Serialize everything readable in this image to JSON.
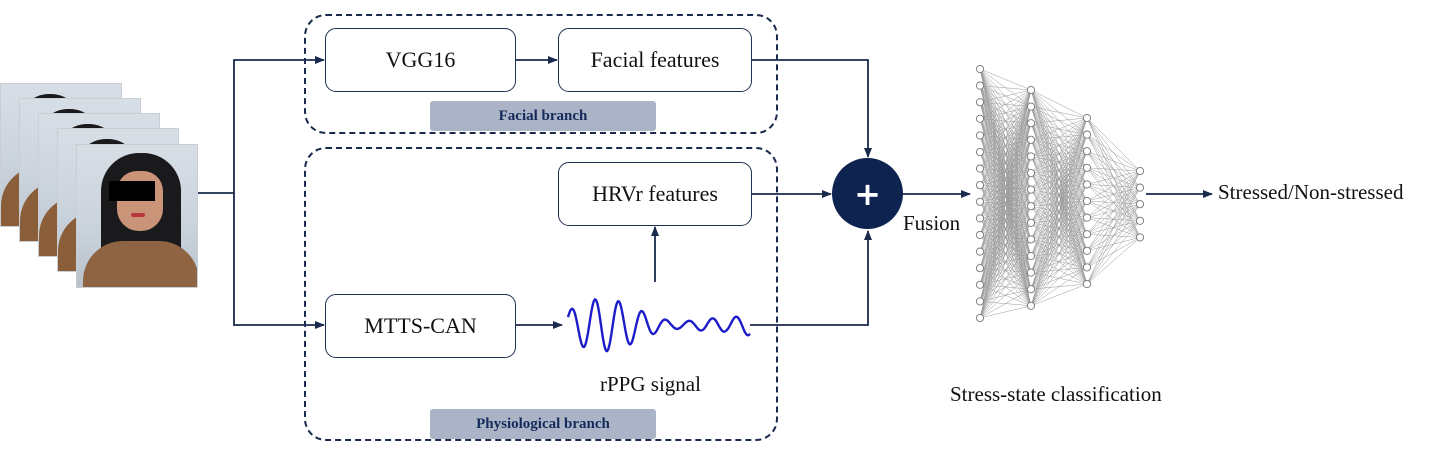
{
  "colors": {
    "line": "#1a2a4d",
    "signal": "#1c1cc8",
    "fusion_circle": "#0f2350",
    "tag_bg": "#aab4c6"
  },
  "input": {
    "frames_count": 5
  },
  "facial_branch": {
    "tag": "Facial branch",
    "model": "VGG16",
    "features": "Facial features"
  },
  "physiological_branch": {
    "tag": "Physiological branch",
    "model": "MTTS-CAN",
    "features": "HRVr features",
    "signal_label": "rPPG signal"
  },
  "fusion": {
    "symbol": "+",
    "label": "Fusion"
  },
  "classifier": {
    "label": "Stress-state classification",
    "layer_sizes": [
      16,
      14,
      11,
      5
    ]
  },
  "output": {
    "label": "Stressed/Non-stressed"
  }
}
